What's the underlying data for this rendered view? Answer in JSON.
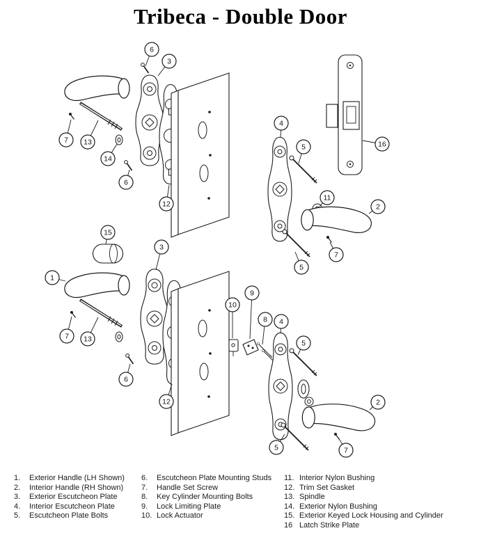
{
  "title": "Tribeca - Double Door",
  "colors": {
    "ink": "#1a1a1a",
    "background": "#ffffff"
  },
  "upper_diagram": {
    "callouts": [
      "6",
      "3",
      "7",
      "13",
      "14",
      "6",
      "12",
      "4",
      "5",
      "11",
      "2",
      "7",
      "5",
      "16"
    ]
  },
  "lower_diagram": {
    "callouts": [
      "15",
      "3",
      "1",
      "7",
      "13",
      "6",
      "12",
      "10",
      "9",
      "8",
      "4",
      "5",
      "2",
      "7",
      "5"
    ]
  },
  "parts_list": {
    "columns": [
      {
        "items": [
          {
            "num": "1.",
            "label": "Exterior Handle (LH Shown)"
          },
          {
            "num": "2.",
            "label": "Interior Handle (RH Shown)"
          },
          {
            "num": "3.",
            "label": "Exterior Escutcheon Plate"
          },
          {
            "num": "4.",
            "label": "Interior Escutcheon Plate"
          },
          {
            "num": "5.",
            "label": "Escutcheon Plate Bolts"
          }
        ]
      },
      {
        "items": [
          {
            "num": "6.",
            "label": "Escutcheon Plate Mounting Studs"
          },
          {
            "num": "7.",
            "label": "Handle Set Screw"
          },
          {
            "num": "8.",
            "label": "Key Cylinder Mounting Bolts"
          },
          {
            "num": "9.",
            "label": "Lock Limiting Plate"
          },
          {
            "num": "10.",
            "label": "Lock Actuator"
          }
        ]
      },
      {
        "items": [
          {
            "num": "11.",
            "label": "Interior Nylon Bushing"
          },
          {
            "num": "12.",
            "label": "Trim Set Gasket"
          },
          {
            "num": "13.",
            "label": "Spindle"
          },
          {
            "num": "14.",
            "label": "Exterior Nylon Bushing"
          },
          {
            "num": "15.",
            "label": "Exterior Keyed Lock Housing and Cylinder"
          },
          {
            "num": "16",
            "label": "Latch Strike Plate"
          }
        ]
      }
    ]
  }
}
